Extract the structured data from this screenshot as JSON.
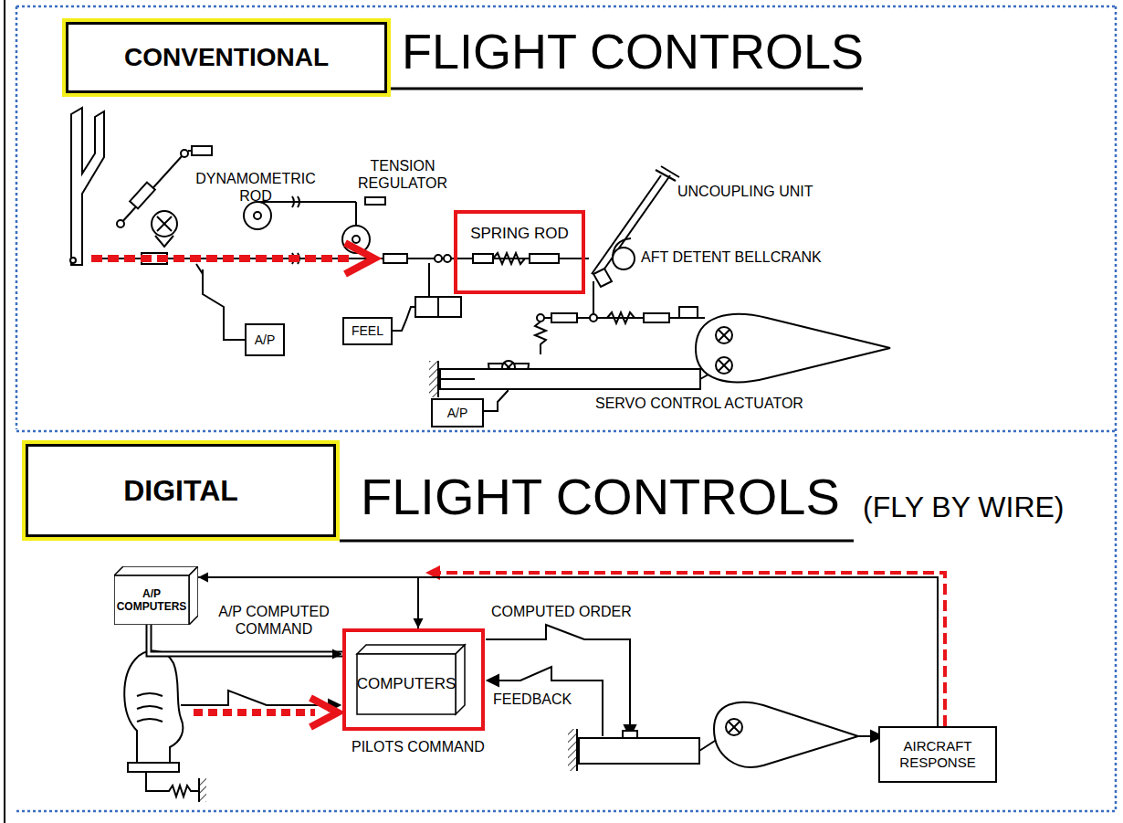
{
  "diagram": {
    "nodes": [
      {
        "text": [
          "CONVENTIONAL"
        ]
      },
      {
        "text": [
          "SPRING ROD"
        ]
      },
      {
        "text": [
          "A/P"
        ]
      },
      {
        "text": [
          "FEEL"
        ]
      },
      {
        "text": [
          "A/P"
        ]
      },
      {
        "text": [
          "DIGITAL"
        ]
      },
      {
        "text": [
          "A/P COMPUTERS"
        ]
      },
      {
        "text": [
          "COMPUTERS"
        ]
      },
      {
        "text": [
          "AIRCRAFT RESPONSE"
        ]
      }
    ],
    "edges": [
      {
        "from": 8,
        "to": 6,
        "arrow": "to"
      },
      {
        "from": 8,
        "to": 7,
        "arrow": "to"
      },
      {
        "from": 6,
        "to": 7,
        "arrow": "to",
        "label": "A/P COMPUTED COMMAND"
      }
    ],
    "labels": [
      "FLIGHT CONTROLS",
      "DYNAMOMETRIC ROD",
      "TENSION REGULATOR",
      "UNCOUPLING UNIT",
      "AFT DETENT BELLCRANK",
      "SERVO CONTROL ACTUATOR",
      "FLIGHT CONTROLS",
      "(FLY BY WIRE)",
      "COMPUTED ORDER",
      "FEEDBACK",
      "PILOTS COMMAND"
    ]
  }
}
